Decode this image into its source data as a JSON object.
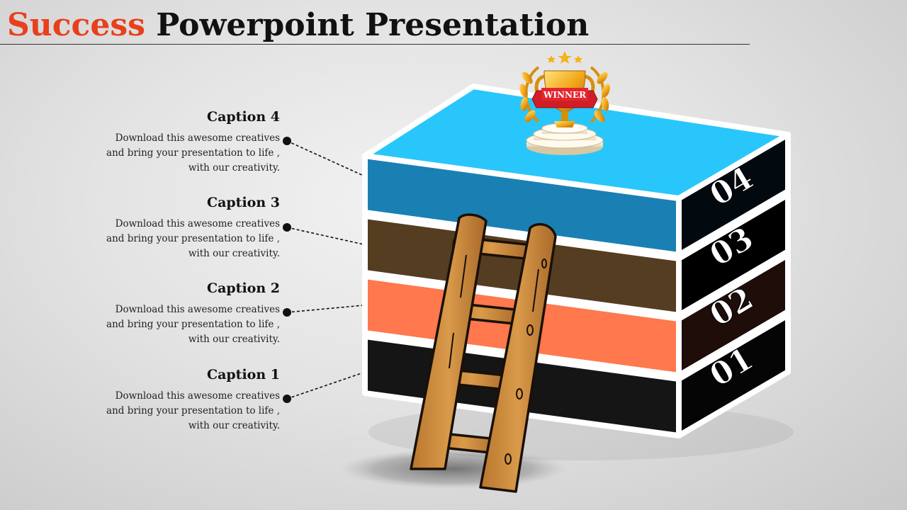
{
  "title": {
    "accent": "Success",
    "rest": " Powerpoint Presentation"
  },
  "captions": [
    {
      "heading": "Caption 4",
      "lines": [
        "Download this awesome creatives",
        "and bring your presentation to life ,",
        "with our creativity."
      ]
    },
    {
      "heading": "Caption 3",
      "lines": [
        "Download this awesome creatives",
        "and bring your presentation to life ,",
        "with our creativity."
      ]
    },
    {
      "heading": "Caption 2",
      "lines": [
        "Download this awesome creatives",
        "and bring your presentation to life ,",
        "with our creativity."
      ]
    },
    {
      "heading": "Caption 1",
      "lines": [
        "Download this awesome creatives",
        "and bring your presentation to life ,",
        "with our creativity."
      ]
    }
  ],
  "steps": [
    "04",
    "03",
    "02",
    "01"
  ],
  "trophy_label": "WINNER",
  "colors": {
    "accent": "#e8401c",
    "top_face": "#29c6fb",
    "layer_04": "#1a80b3",
    "layer_03": "#553d22",
    "layer_02": "#ff784e",
    "layer_01": "#151515"
  },
  "icons": [
    "trophy-icon",
    "ladder-icon"
  ]
}
